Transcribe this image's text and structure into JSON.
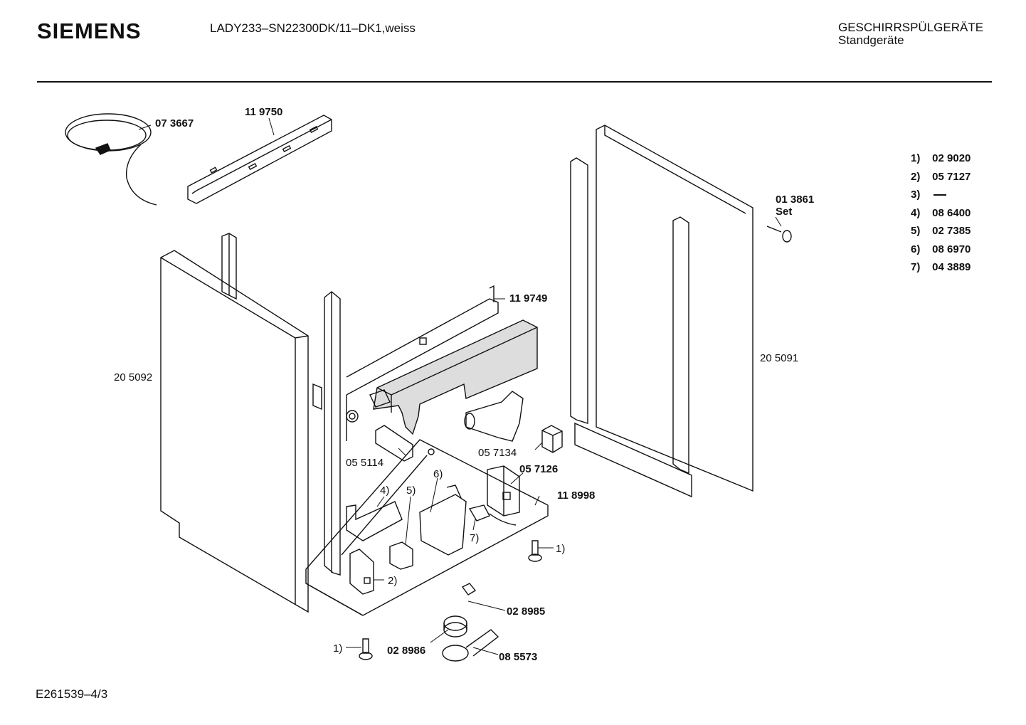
{
  "header": {
    "brand": "SIEMENS",
    "model": "LADY233–SN22300DK/11–DK1,weiss",
    "category_line1": "GESCHIRRSPÜLGERÄTE",
    "category_line2": "Standgeräte"
  },
  "footer": {
    "drawing_id": "E261539–4/3"
  },
  "labels": {
    "power_cord": "07 3667",
    "top_rail": "11 9750",
    "left_panel": "20 5092",
    "right_panel": "20 5091",
    "rear_bracket": "11 9749",
    "screw_set_no": "01 3861",
    "screw_set_word": "Set",
    "capacitor": "05 5114",
    "relay": "05 7134",
    "bracket_right": "05 7126",
    "base_frame": "11 8998",
    "pump_cover": "02 8985",
    "cap_round": "02 8986",
    "pump_housing": "08 5573",
    "callout_foot_left": "1)",
    "callout_foot_right": "1)",
    "callout_2": "2)",
    "callout_4": "4)",
    "callout_5": "5)",
    "callout_6": "6)",
    "callout_7": "7)"
  },
  "legend": [
    {
      "key": "1)",
      "value": "02 9020"
    },
    {
      "key": "2)",
      "value": "05 7127"
    },
    {
      "key": "3)",
      "value": "",
      "dash": true
    },
    {
      "key": "4)",
      "value": "08 6400"
    },
    {
      "key": "5)",
      "value": "02 7385"
    },
    {
      "key": "6)",
      "value": "08 6970"
    },
    {
      "key": "7)",
      "value": "04 3889"
    }
  ]
}
